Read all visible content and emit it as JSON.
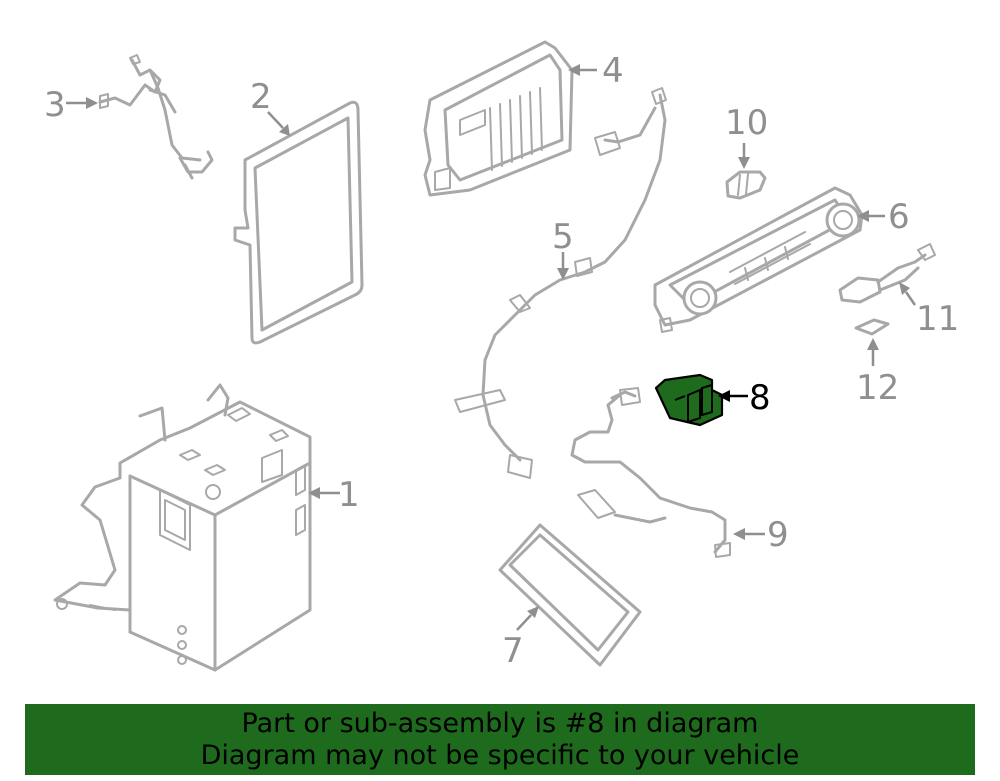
{
  "callouts": [
    {
      "id": "1",
      "label": "1"
    },
    {
      "id": "2",
      "label": "2"
    },
    {
      "id": "3",
      "label": "3"
    },
    {
      "id": "4",
      "label": "4"
    },
    {
      "id": "5",
      "label": "5"
    },
    {
      "id": "6",
      "label": "6"
    },
    {
      "id": "7",
      "label": "7"
    },
    {
      "id": "8",
      "label": "8"
    },
    {
      "id": "9",
      "label": "9"
    },
    {
      "id": "10",
      "label": "10"
    },
    {
      "id": "11",
      "label": "11"
    },
    {
      "id": "12",
      "label": "12"
    }
  ],
  "highlighted_part": "8",
  "colors": {
    "highlight": "#1e6b1e",
    "banner_bg": "#1e6b1e",
    "banner_text": "#000000",
    "part_stroke": "#a8a8a8",
    "label_text": "#8f8f8f"
  },
  "banner": {
    "line1": "Part or sub-assembly is #8 in diagram",
    "line2": "Diagram may not be specific to your vehicle"
  }
}
